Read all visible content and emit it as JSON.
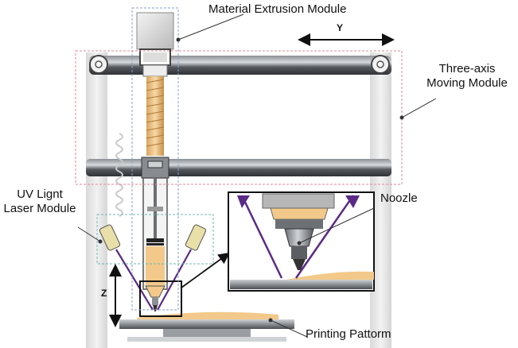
{
  "labels": {
    "material_extrusion": "Material Extrusion Module",
    "three_axis_line1": "Three-axis",
    "three_axis_line2": "Moving Module",
    "uv_line1": "UV Lignt",
    "uv_line2": "Laser Module",
    "noozle": "Noozle",
    "printing": "Printing Pattorm",
    "axis_y": "Y",
    "axis_z": "Z"
  },
  "colors": {
    "frame_pillar": "#e6e6e6",
    "rail_dark": "#555a5f",
    "rail_light": "#b8bcc0",
    "material": "#f2c98a",
    "laser": "#5b2a86",
    "laser_head": "#e8e0a8",
    "dashed_red": "#e08a9a",
    "dashed_cyan": "#6fb8b0",
    "dashed_blue": "#8a9fd0"
  }
}
